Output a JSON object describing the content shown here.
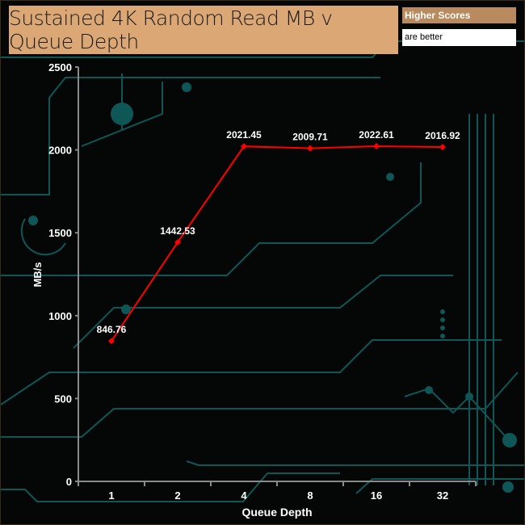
{
  "chart_data": {
    "type": "line",
    "title": "Sustained 4K Random Read MB v Queue Depth",
    "xlabel": "Queue Depth",
    "ylabel": "MB/s",
    "categories": [
      "1",
      "2",
      "4",
      "8",
      "16",
      "32"
    ],
    "series": [
      {
        "name": "MB/s",
        "values": [
          846.76,
          1442.53,
          2021.45,
          2009.71,
          2022.61,
          2016.92
        ],
        "color": "#ff0000"
      }
    ],
    "data_labels": [
      "846.76",
      "1442.53",
      "2021.45",
      "2009.71",
      "2022.61",
      "2016.92"
    ],
    "ylim": [
      0,
      2500
    ],
    "yticks": [
      0,
      500,
      1000,
      1500,
      2000,
      2500
    ],
    "grid": false
  },
  "badge": {
    "line1": "Higher Scores",
    "line2": "are better"
  }
}
